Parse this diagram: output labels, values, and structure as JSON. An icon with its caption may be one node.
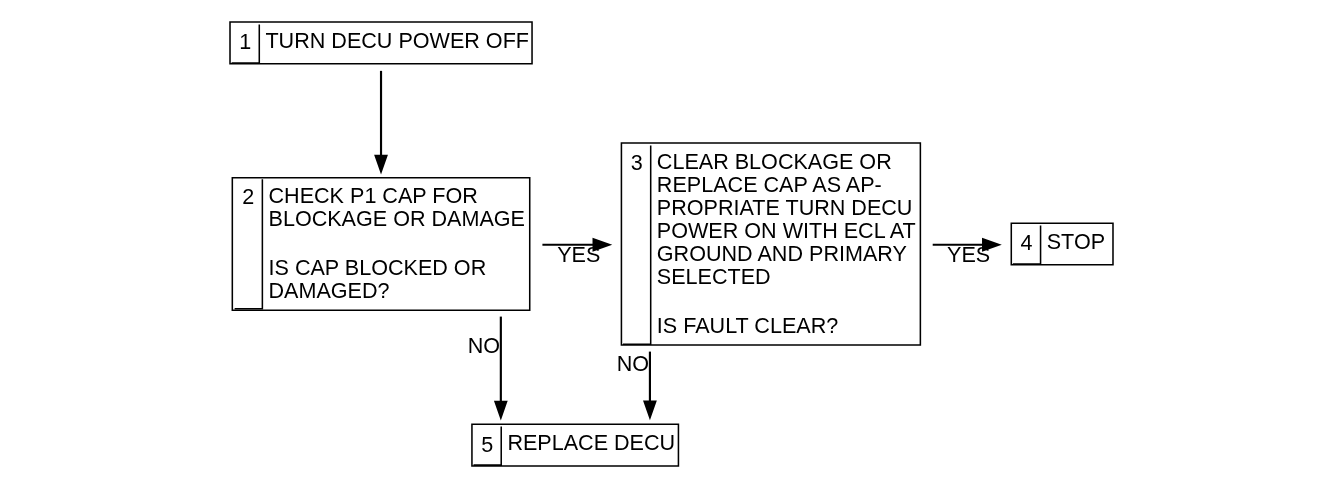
{
  "diagram": {
    "nodes": [
      {
        "text": [
          "1",
          "TURN DECU POWER OFF"
        ]
      },
      {
        "text": [
          "2",
          "CHECK P1 CAP FOR BLOCKAGE OR DAMAGE",
          "IS CAP BLOCKED OR DAMAGED?"
        ]
      },
      {
        "text": [
          "3",
          "CLEAR BLOCKAGE OR REPLACE CAP AS AP- PROPRIATE TURN DECU POWER ON WITH ECL AT GROUND AND PRIMARY SELECTED",
          "IS FAULT CLEAR?"
        ]
      },
      {
        "text": [
          "4",
          "STOP"
        ]
      },
      {
        "text": [
          "5",
          "REPLACE DECU"
        ]
      }
    ],
    "edges": [
      {
        "from": 0,
        "to": 1,
        "arrow": "to"
      },
      {
        "from": 1,
        "to": 2,
        "arrow": "to",
        "label": "YES"
      },
      {
        "from": 2,
        "to": 3,
        "arrow": "to",
        "label": "YES"
      },
      {
        "from": 1,
        "to": 4,
        "arrow": "to",
        "label": "NO"
      },
      {
        "from": 2,
        "to": 4,
        "arrow": "to",
        "label": "NO"
      }
    ]
  }
}
